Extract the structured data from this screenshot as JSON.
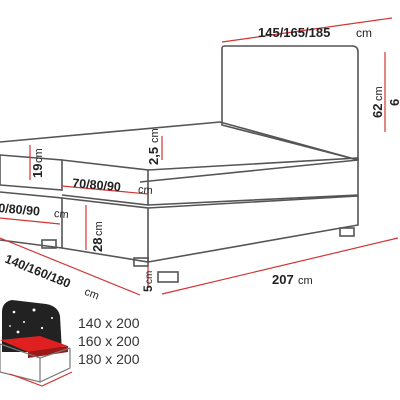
{
  "dimensions": {
    "headboard_width": {
      "value": "145/165/185",
      "unit": "cm"
    },
    "headboard_height": {
      "value": "62",
      "unit": "cm"
    },
    "headboard_height_partial": {
      "value": "6"
    },
    "topper_thickness": {
      "value": "2,5",
      "unit": "cm"
    },
    "upper_mattress_height": {
      "value": "19",
      "unit": "cm"
    },
    "mattress_width_right": {
      "value": "70/80/90",
      "unit": "cm"
    },
    "mattress_width_left": {
      "value": "0/80/90",
      "unit": "cm"
    },
    "base_height": {
      "value": "28",
      "unit": "cm"
    },
    "bed_width": {
      "value": "140/160/180",
      "unit": "cm"
    },
    "leg_height": {
      "value": "5",
      "unit": "cm"
    },
    "bed_length": {
      "value": "207",
      "unit": "cm"
    }
  },
  "sizes": [
    "140 x 200",
    "160 x 200",
    "180 x 200"
  ],
  "colors": {
    "dimension_lines": "#d33535",
    "outline": "#555555",
    "mattress_accent": "#e02020"
  },
  "icons": [
    "storage-box-icon"
  ]
}
